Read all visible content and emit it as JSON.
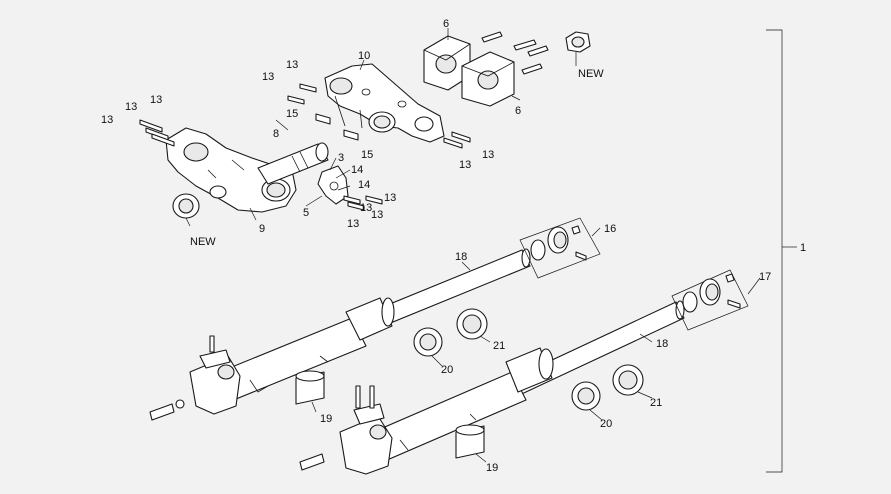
{
  "diagram": {
    "background_color": "#f2f2f2",
    "line_color": "#1a1a1a",
    "callouts": {
      "c1": "1",
      "c3": "3",
      "c5": "5",
      "c6a": "6",
      "c6b": "6",
      "c8": "8",
      "c9": "9",
      "c10": "10",
      "c13a": "13",
      "c13b": "13",
      "c13c": "13",
      "c13d": "13",
      "c13e": "13",
      "c13f": "13",
      "c13g": "13",
      "c13h": "13",
      "c13i": "13",
      "c13j": "13",
      "c13k": "13",
      "c14a": "14",
      "c14b": "14",
      "c15a": "15",
      "c15b": "15",
      "c16": "16",
      "c17": "17",
      "c18a": "18",
      "c18b": "18",
      "c19a": "19",
      "c19b": "19",
      "c20a": "20",
      "c20b": "20",
      "c21a": "21",
      "c21b": "21"
    },
    "notes": {
      "new_left": "NEW",
      "new_right": "NEW"
    }
  }
}
